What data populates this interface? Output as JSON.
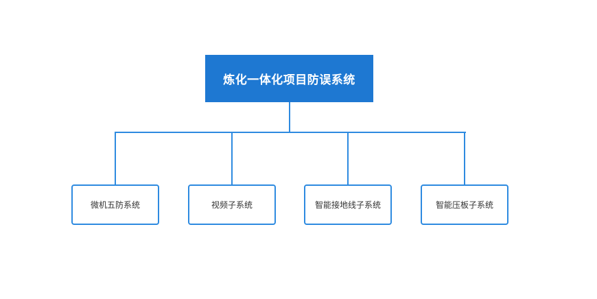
{
  "root": {
    "label": "炼化一体化项目防误系统",
    "color": "#1e78d2"
  },
  "children": [
    {
      "label": "微机五防系统"
    },
    {
      "label": "视频子系统"
    },
    {
      "label": "智能接地线子系统"
    },
    {
      "label": "智能压板子系统"
    }
  ],
  "colors": {
    "line": "#2d8ae0",
    "child_border": "#2d8ae0",
    "child_text": "#333333",
    "root_text": "#ffffff"
  }
}
